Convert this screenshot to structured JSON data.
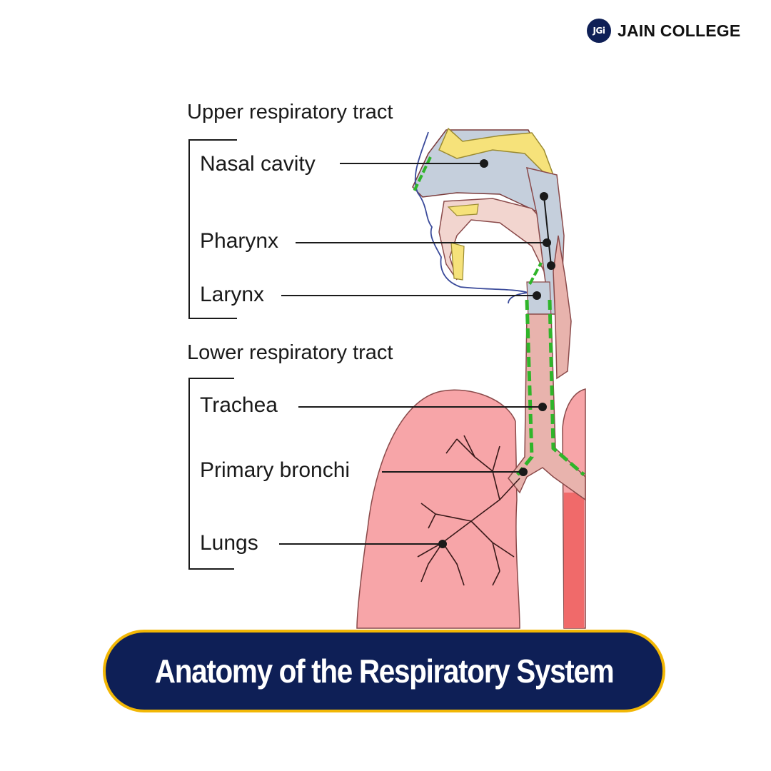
{
  "brand": {
    "logo_text": "JGi",
    "name": "JAIN COLLEGE",
    "logo_color": "#0e1f56"
  },
  "diagram": {
    "upper_title": "Upper respiratory tract",
    "lower_title": "Lower respiratory tract",
    "labels": {
      "nasal_cavity": "Nasal cavity",
      "pharynx": "Pharynx",
      "larynx": "Larynx",
      "trachea": "Trachea",
      "primary_bronchi": "Primary bronchi",
      "lungs": "Lungs"
    },
    "colors": {
      "lung": "#f7a5a8",
      "airway": "#e8b3ad",
      "nasal": "#c5cfdc",
      "bone": "#f6e27a",
      "cilia": "#2fb52a",
      "vessel": "#f06a6a"
    }
  },
  "banner": {
    "title": "Anatomy of the Respiratory System",
    "bg": "#0e1f56",
    "border": "#f2b705"
  }
}
